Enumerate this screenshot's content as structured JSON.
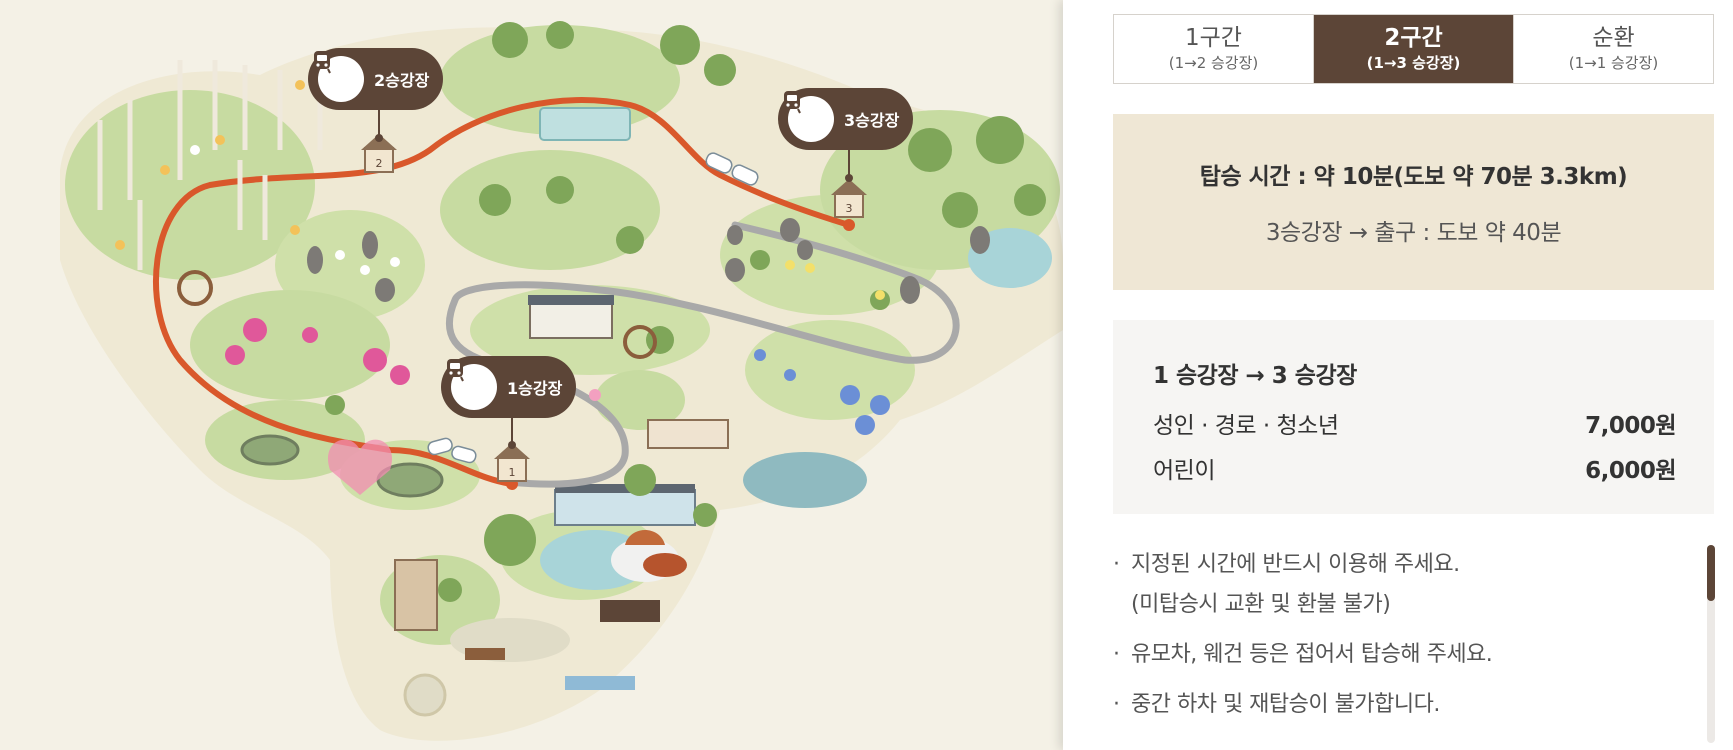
{
  "map": {
    "stations": [
      {
        "label": "2승강장",
        "number": "2"
      },
      {
        "label": "3승강장",
        "number": "3"
      },
      {
        "label": "1승강장",
        "number": "1"
      }
    ],
    "route_color": "#d9582b",
    "track_color": "#a9a9a9",
    "pin_color": "#5c4537"
  },
  "tabs": [
    {
      "main": "1구간",
      "sub": "(1→2 승강장)",
      "active": false
    },
    {
      "main": "2구간",
      "sub": "(1→3 승강장)",
      "active": true
    },
    {
      "main": "순환",
      "sub": "(1→1 승강장)",
      "active": false
    }
  ],
  "ride_info": {
    "time": "탑승 시간 : 약 10분(도보 약 70분 3.3km)",
    "walk": "3승강장  →  출구 : 도보 약 40분"
  },
  "fare": {
    "title": "1 승강장  →  3 승강장",
    "rows": [
      {
        "label": "성인 · 경로 · 청소년",
        "price": "7,000원"
      },
      {
        "label": "어린이",
        "price": "6,000원"
      }
    ]
  },
  "notes": [
    {
      "text": "지정된 시간에 반드시 이용해 주세요.",
      "sub": "(미탑승시 교환 및 환불 불가)"
    },
    {
      "text": "유모차, 웨건 등은 접어서 탑승해 주세요."
    },
    {
      "text": "중간 하차 및 재탑승이 불가합니다."
    }
  ],
  "colors": {
    "accent": "#5c4537",
    "info_bg": "#efe7d5",
    "fare_bg": "#f6f5f3"
  }
}
